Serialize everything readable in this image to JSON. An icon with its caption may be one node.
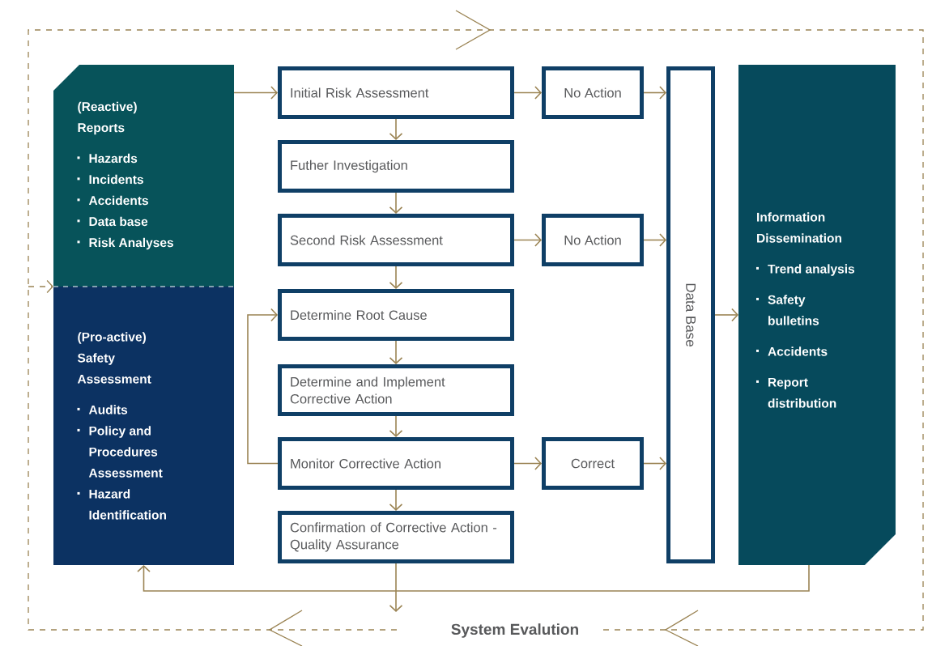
{
  "diagram": {
    "nodes": [
      {
        "text": [
          "(Reactive) Reports",
          "Hazards",
          "Incidents",
          "Accidents",
          "Data base",
          "Risk Analyses"
        ]
      },
      {
        "text": [
          "(Pro-active) Safety Assessment",
          "Audits",
          "Policy and Procedures Assessment",
          "Hazard Identification"
        ]
      },
      {
        "text": [
          "Initial Risk Assessment"
        ]
      },
      {
        "text": [
          "Futher Investigation"
        ]
      },
      {
        "text": [
          "Second Risk Assessment"
        ]
      },
      {
        "text": [
          "Determine Root Cause"
        ]
      },
      {
        "text": [
          "Determine and Implement Corrective Action"
        ]
      },
      {
        "text": [
          "Monitor Corrective Action"
        ]
      },
      {
        "text": [
          "Confirmation of Corrective Action - Quality Assurance"
        ]
      },
      {
        "text": [
          "No Action"
        ]
      },
      {
        "text": [
          "No Action"
        ]
      },
      {
        "text": [
          "Correct"
        ]
      },
      {
        "text": [
          "Data Base"
        ]
      },
      {
        "text": [
          "Information Dissemination",
          "Trend analysis",
          "Safety bulletins",
          "Accidents",
          "Report distribution"
        ]
      }
    ],
    "edges": [
      {
        "from": 0,
        "to": 2,
        "arrow": "to"
      },
      {
        "from": 2,
        "to": 3,
        "arrow": "to"
      },
      {
        "from": 3,
        "to": 4,
        "arrow": "to"
      },
      {
        "from": 4,
        "to": 5,
        "arrow": "to"
      },
      {
        "from": 5,
        "to": 6,
        "arrow": "to"
      },
      {
        "from": 6,
        "to": 7,
        "arrow": "to"
      },
      {
        "from": 7,
        "to": 8,
        "arrow": "to"
      },
      {
        "from": 7,
        "to": 5,
        "arrow": "to"
      },
      {
        "from": 2,
        "to": 9,
        "arrow": "to"
      },
      {
        "from": 9,
        "to": 12,
        "arrow": "to"
      },
      {
        "from": 4,
        "to": 10,
        "arrow": "to"
      },
      {
        "from": 10,
        "to": 12,
        "arrow": "to"
      },
      {
        "from": 7,
        "to": 11,
        "arrow": "to"
      },
      {
        "from": 11,
        "to": 12,
        "arrow": "to"
      },
      {
        "from": 12,
        "to": 13,
        "arrow": "to"
      },
      {
        "from": 13,
        "to": 1,
        "arrow": "to"
      },
      {
        "from": 8,
        "to": null,
        "arrow": "to"
      },
      {
        "from": null,
        "to": 1,
        "arrow": "to",
        "style": "dashed"
      }
    ],
    "labels": [
      "System Evalution"
    ]
  }
}
